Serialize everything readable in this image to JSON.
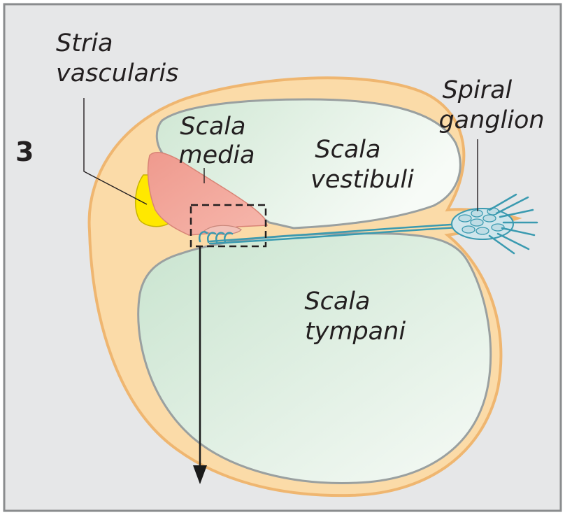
{
  "figure_number": "3",
  "labels": {
    "stria_vascularis": [
      "Stria",
      "vascularis"
    ],
    "scala_media": [
      "Scala",
      "media"
    ],
    "scala_vestibuli": [
      "Scala",
      "vestibuli"
    ],
    "spiral_ganglion": [
      "Spiral",
      "ganglion"
    ],
    "scala_tympani": [
      "Scala",
      "tympani"
    ]
  },
  "colors": {
    "panel_background": "#e6e7e8",
    "frame": "#8a8c8e",
    "bony_wall": "#fbdba8",
    "bony_wall_edge": "#efb670",
    "chamber_fill_light": "#f4f9f4",
    "chamber_fill_dark": "#cfe7d3",
    "chamber_edge": "#9aa0a0",
    "stria_pink": "#ef9e94",
    "stria_yellow": "#ffe800",
    "nerve": "#3a9ab0",
    "ganglion_fill": "#cfe6ec",
    "arrow": "#1a1a1a"
  }
}
